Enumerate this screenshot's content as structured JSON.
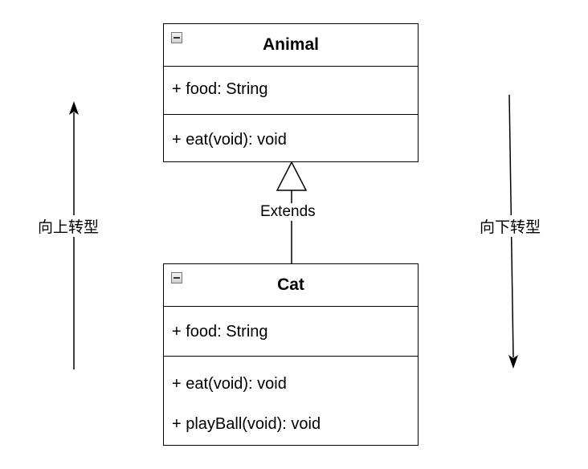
{
  "classes": {
    "animal": {
      "name": "Animal",
      "attributes": [
        "+ food: String"
      ],
      "methods": [
        "+ eat(void): void"
      ]
    },
    "cat": {
      "name": "Cat",
      "attributes": [
        "+ food: String"
      ],
      "methods": [
        "+ eat(void): void",
        "+ playBall(void): void"
      ]
    }
  },
  "relation": {
    "label": "Extends"
  },
  "arrows": {
    "upcast_label": "向上转型",
    "downcast_label": "向下转型"
  }
}
